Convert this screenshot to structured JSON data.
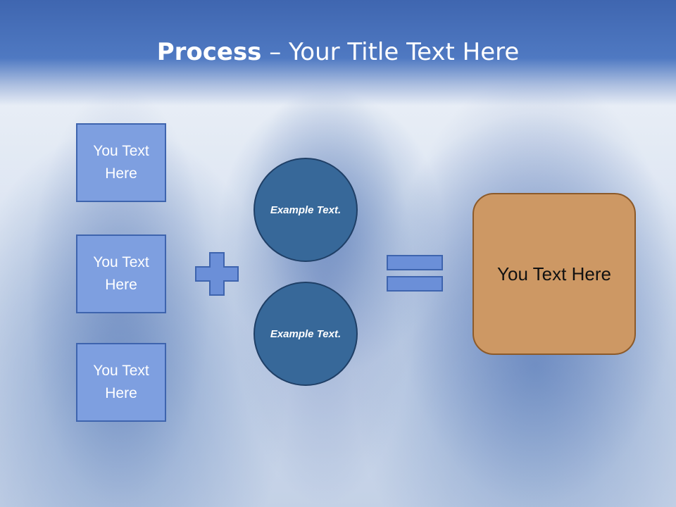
{
  "slide": {
    "title_bold": "Process",
    "title_rest": " – Your Title Text Here"
  },
  "inputs": [
    {
      "label": "You Text Here"
    },
    {
      "label": "You Text Here"
    },
    {
      "label": "You Text Here"
    }
  ],
  "circles": [
    {
      "label": "Example Text."
    },
    {
      "label": "Example Text."
    }
  ],
  "result": {
    "label": "You Text Here"
  },
  "colors": {
    "header": "#4f79c2",
    "box_fill": "#7e9fe0",
    "circle_fill": "#376899",
    "result_fill": "#cd9864"
  },
  "icons": [
    "plus-icon",
    "equals-icon"
  ]
}
